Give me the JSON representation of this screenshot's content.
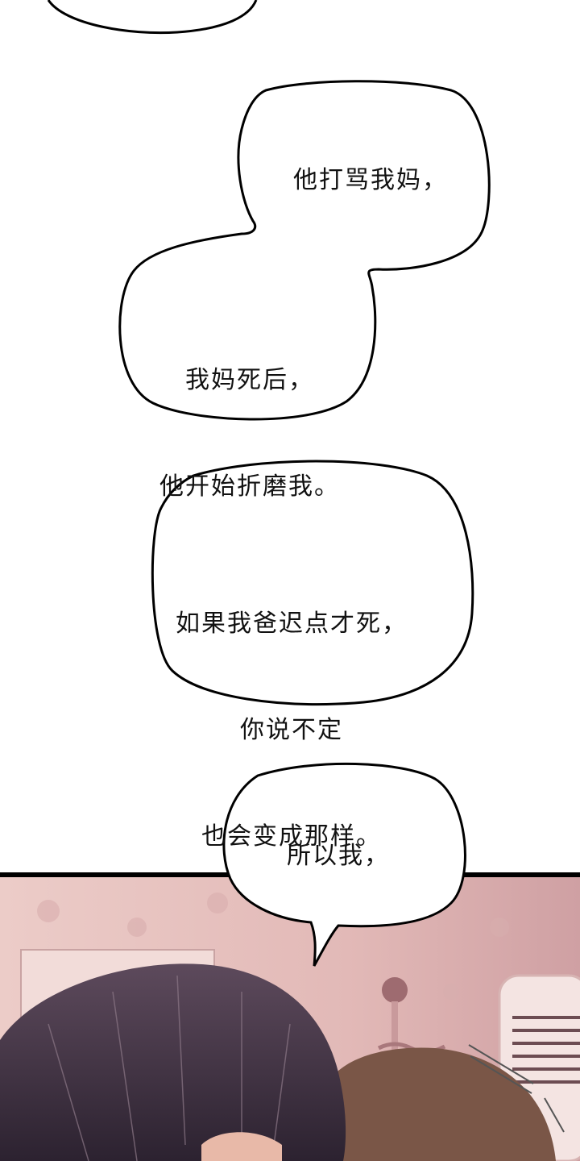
{
  "bubbles": [
    {
      "id": "bubble-1",
      "text": "他打骂我妈，"
    },
    {
      "id": "bubble-2",
      "lines": [
        "我妈死后，",
        "他开始折磨我。"
      ]
    },
    {
      "id": "bubble-3",
      "lines": [
        "如果我爸迟点才死，",
        "你说不定",
        "也会变成那样。"
      ]
    },
    {
      "id": "bubble-4",
      "text": "所以我，"
    }
  ],
  "colors": {
    "background": "#ffffff",
    "outline": "#000000",
    "panel_wall": "#e9c6c4",
    "hair_dark": "#3b2e3a"
  }
}
